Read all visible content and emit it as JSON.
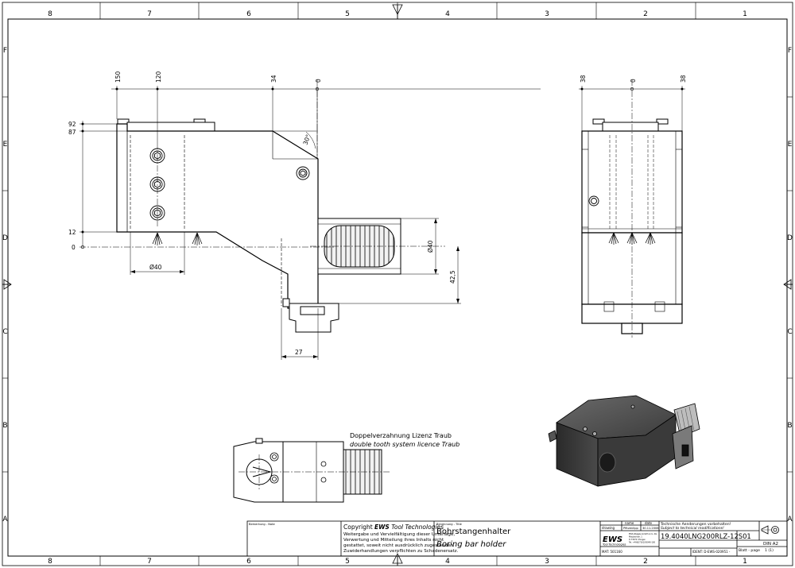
{
  "border": {
    "columns_top": [
      "8",
      "7",
      "6",
      "5",
      "4",
      "3",
      "2",
      "1"
    ],
    "columns_bottom": [
      "8",
      "7",
      "6",
      "5",
      "4",
      "3",
      "2",
      "1"
    ],
    "rows_left": [
      "F",
      "E",
      "D",
      "C",
      "B",
      "A"
    ],
    "rows_right": [
      "F",
      "E",
      "D",
      "C",
      "B",
      "A"
    ]
  },
  "side_view": {
    "dims": {
      "d150": "150",
      "d120": "120",
      "d34": "34",
      "d0_top": "0",
      "d92": "92",
      "d87": "87",
      "d12": "12",
      "d0_left": "0",
      "angle": "30°",
      "dia_bore": "Ø40",
      "dia_shank": "Ø40",
      "d42_5": "42,5",
      "d27": "27"
    }
  },
  "front_view": {
    "dims": {
      "left": "38",
      "zero": "0",
      "right": "38"
    }
  },
  "notes": {
    "de": "Doppelverzahnung Lizenz Traub",
    "en": "double tooth system licence Traub"
  },
  "title_block": {
    "remarks_label": "Bemerkung - Note",
    "copyright_prefix": "Copyright ",
    "copyright_brand": "EWS",
    "copyright_suffix": " Tool Technologies",
    "legal": [
      "Weitergabe und Vervielfältigung dieser Unterlage,",
      "Verwertung und Mitteilung ihres Inhalts nicht",
      "gestattet, soweit nicht ausdrücklich zugestanden.",
      "Zuwiderhandlungen verpflichten zu Schadenersatz."
    ],
    "title_label": "Benennung - Title",
    "title_de": "Bohrstangenhalter",
    "title_en": "Boring bar holder",
    "col_name": "name",
    "col_date": "date",
    "row_drawing": "drawing",
    "drawer_name": "Pfitzenlipp",
    "drawer_date": "30.11.2006",
    "logo": "EWS",
    "logo_sub": "Tool Technologies",
    "company_lines": [
      "EWS Weigele GmbH & Co. KG",
      "Maybachstr. 1",
      "D-73072 Uhingen",
      "Tel. +49(0)7161/93040-100"
    ],
    "change_de": "Technische Aenderungen vorbehalten!",
    "change_en": "Subject to technical modifications!",
    "part_number": "19.4040LNG200RLZ-12S01",
    "mat_label": "MAT: 501160",
    "ident_label": "IDENT: D-EWS-020951 -",
    "din": "DIN A2",
    "sheet_label": "Blatt - page",
    "sheet_value": "1 (1)"
  }
}
